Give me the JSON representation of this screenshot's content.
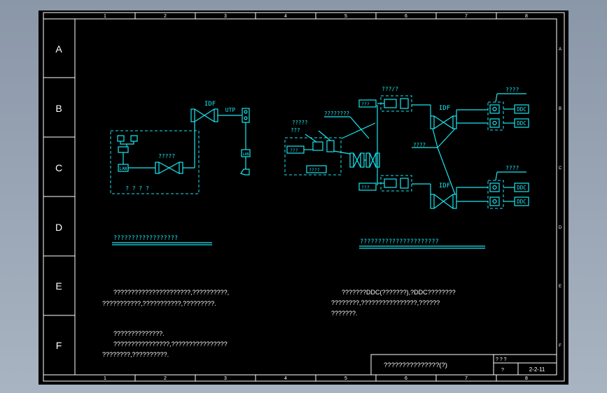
{
  "frame": {
    "columns": [
      "1",
      "2",
      "3",
      "4",
      "5",
      "6",
      "7",
      "8"
    ],
    "rows": [
      "A",
      "B",
      "C",
      "D",
      "E",
      "F"
    ],
    "right_rows": [
      "A",
      "B",
      "C",
      "D",
      "E",
      "F"
    ]
  },
  "left_diagram": {
    "idf_label": "IDF",
    "utp_label": "UTP",
    "lan_box": "LAN",
    "lan_device": "LAN",
    "switch_label": "?????",
    "group_label": "? ? ? ?",
    "caption": "??????????????????"
  },
  "right_diagram": {
    "top_group_label": "???/?",
    "left_block_label1": "?????",
    "left_block_label2": "???",
    "left_box1": "???",
    "left_box2": "????",
    "mid_label": "????????",
    "top_box": "???",
    "bottom_box": "???",
    "idf_top": "IDF",
    "idf_bottom": "IDF",
    "center_label": "????",
    "top_right_label": "????",
    "bottom_right_label": "????",
    "ddc_labels": [
      "DDC",
      "DDC",
      "DDC",
      "DDC"
    ],
    "caption": "??????????????????????"
  },
  "notes": {
    "left_para1_line1": "??????????????????????,??????????,",
    "left_para1_line2": "???????????,???????????,?????????.",
    "left_para2_line1": "??????????????.",
    "left_para2_line2": "????????????????,????????????????",
    "left_para2_line3": "????????,??????????.",
    "right_para_line1": "???????DDC(???????),?DDC????????",
    "right_para_line2": "????????,????????????????,??????",
    "right_para_line3": "???????."
  },
  "title_block": {
    "title": "???????????????(?)",
    "cell1": "? ? ?",
    "cell2": "?",
    "drawing_no": "2-2-11"
  }
}
